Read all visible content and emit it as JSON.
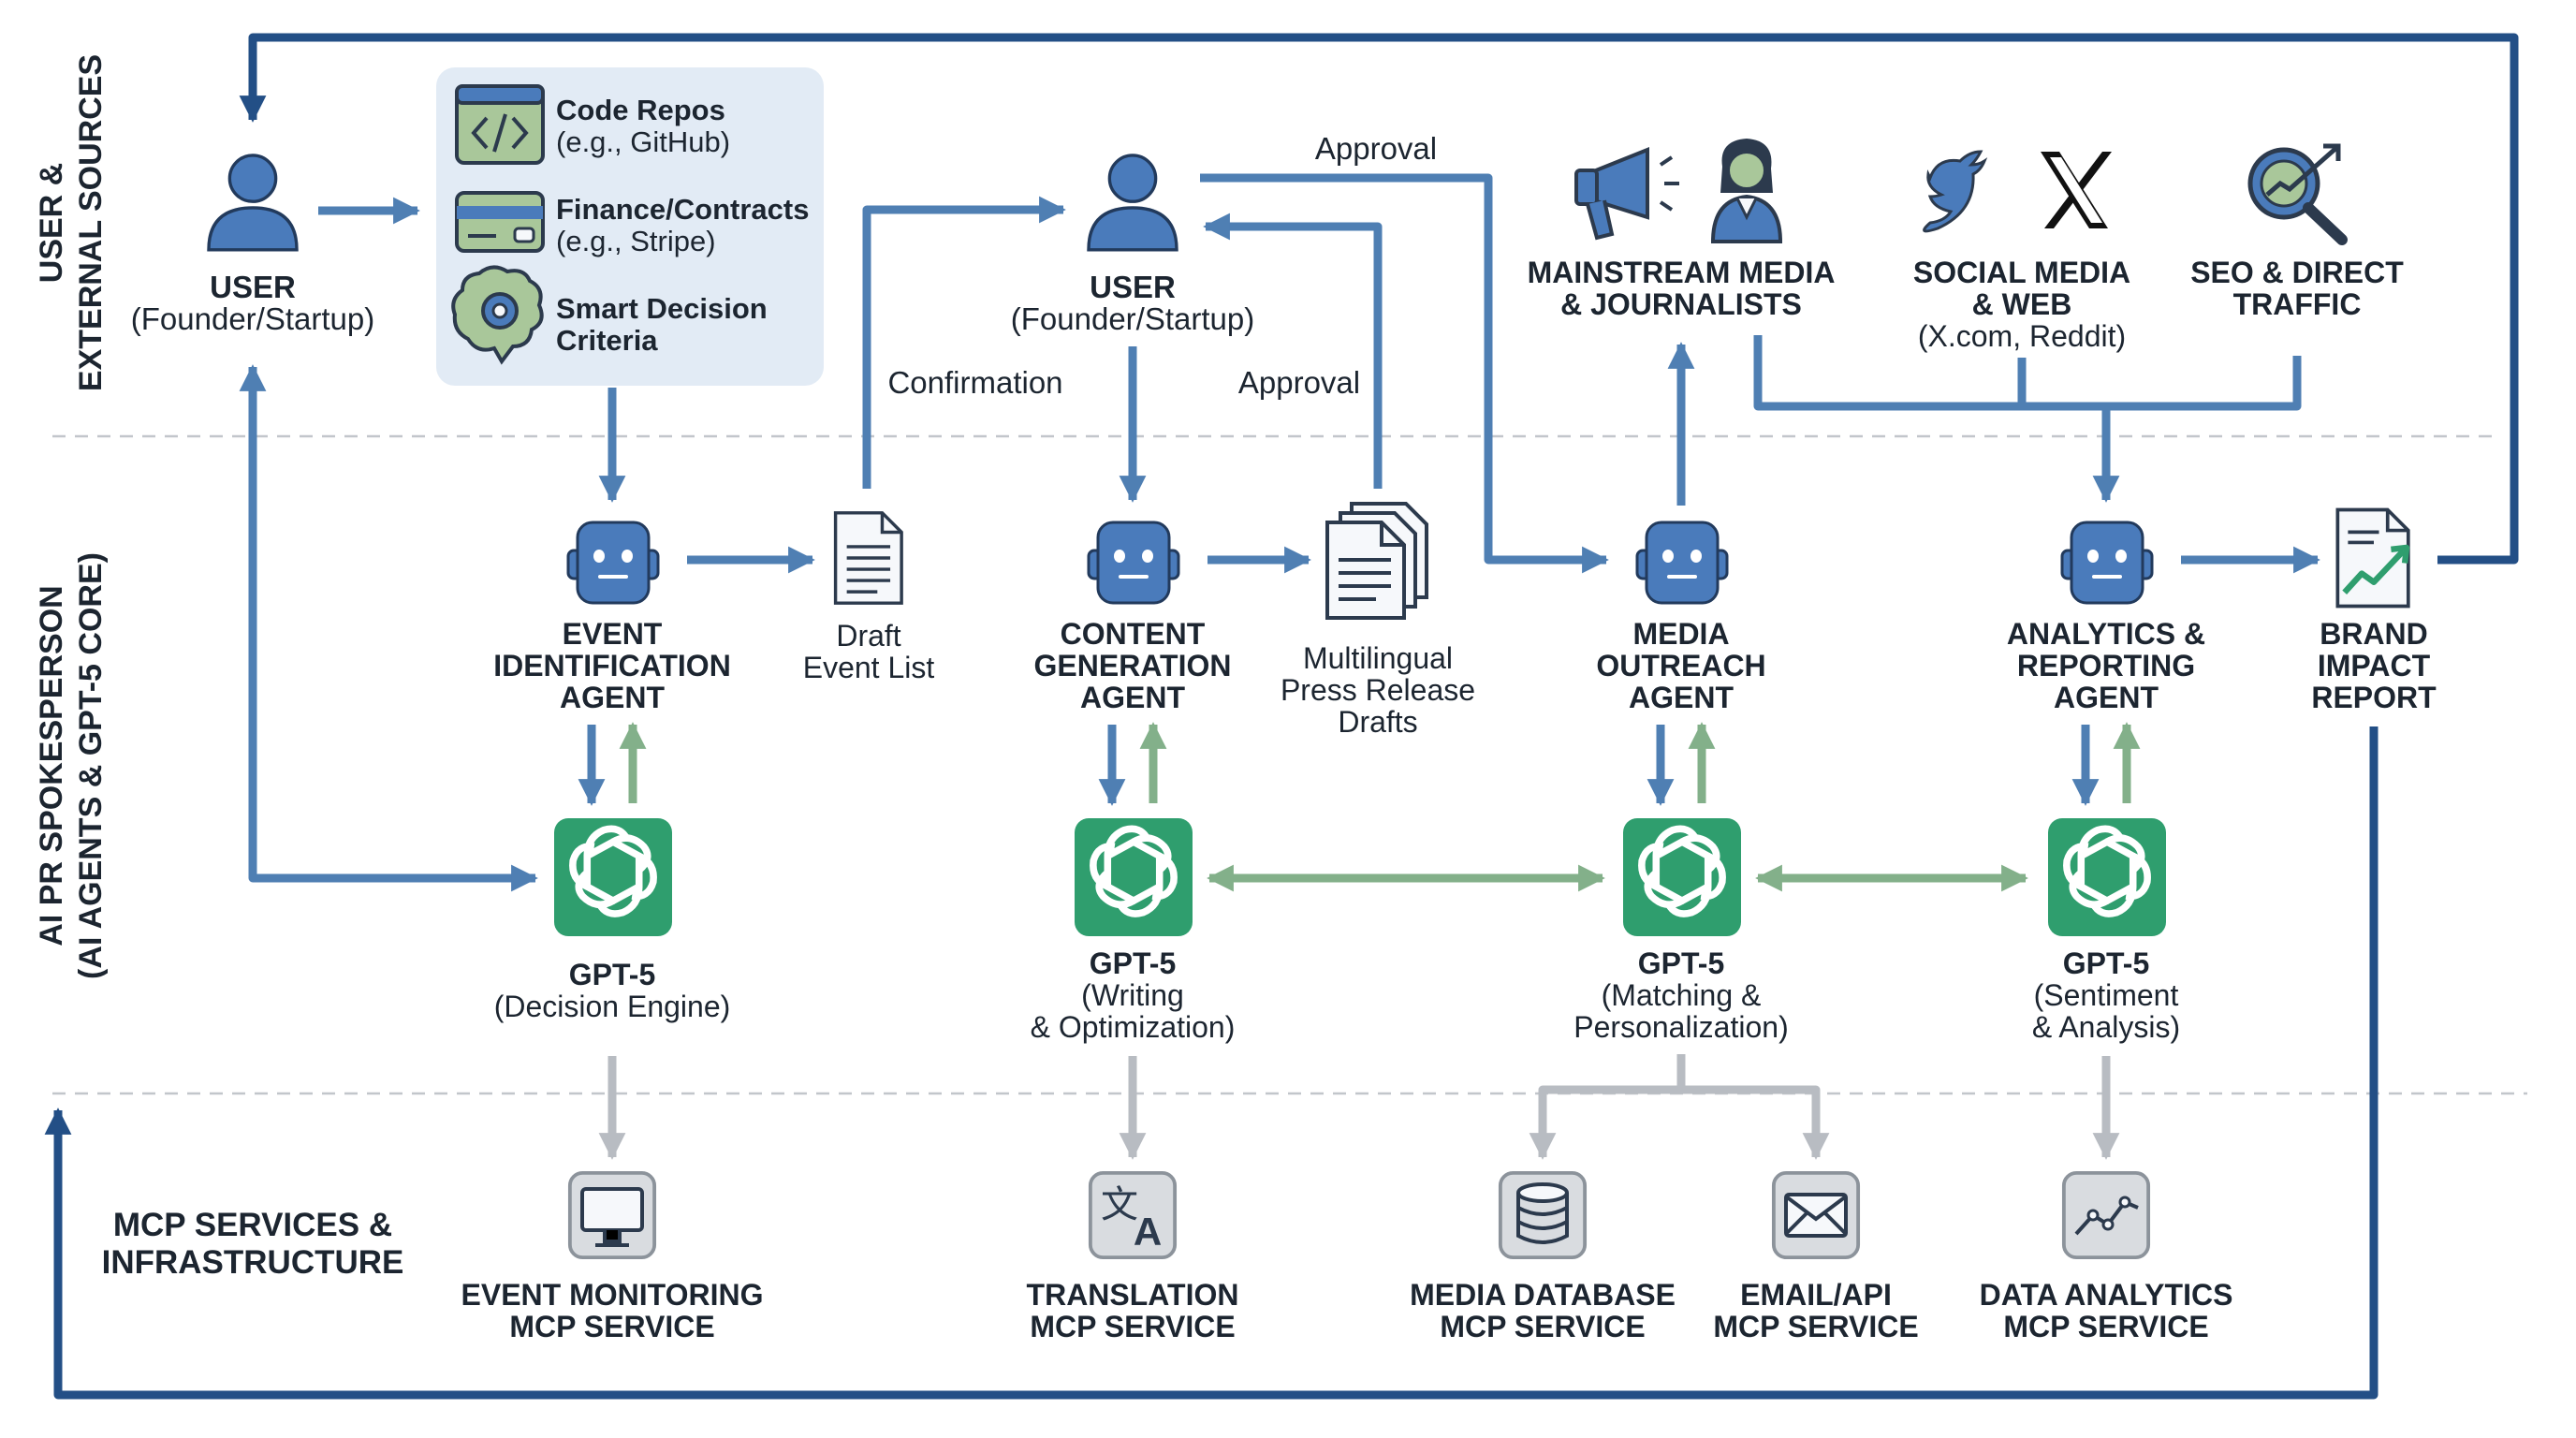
{
  "lanes": {
    "top": [
      "USER &",
      "EXTERNAL SOURCES"
    ],
    "middle": [
      "AI PR SPOKESPERSON",
      "(AI AGENTS & GPT-5 CORE)"
    ],
    "bottom": [
      "MCP SERVICES &",
      "INFRASTRUCTURE"
    ]
  },
  "user_left": {
    "title": "USER",
    "sub": "(Founder/Startup)"
  },
  "user_center": {
    "title": "USER",
    "sub": "(Founder/Startup)"
  },
  "sources": {
    "code": [
      "Code Repos",
      "(e.g., GitHub)"
    ],
    "finance": [
      "Finance/Contracts",
      "(e.g., Stripe)"
    ],
    "criteria": [
      "Smart Decision",
      "Criteria"
    ]
  },
  "external": {
    "media": [
      "MAINSTREAM MEDIA",
      "& JOURNALISTS"
    ],
    "social": [
      "SOCIAL MEDIA",
      "& WEB",
      "(X.com, Reddit)"
    ],
    "seo": [
      "SEO & DIRECT",
      "TRAFFIC"
    ]
  },
  "flow_labels": {
    "approval_top": "Approval",
    "confirmation": "Confirmation",
    "approval_mid": "Approval"
  },
  "agents": {
    "event": [
      "EVENT",
      "IDENTIFICATION",
      "AGENT"
    ],
    "content": [
      "CONTENT",
      "GENERATION",
      "AGENT"
    ],
    "media": [
      "MEDIA",
      "OUTREACH",
      "AGENT"
    ],
    "analytics": [
      "ANALYTICS &",
      "REPORTING",
      "AGENT"
    ]
  },
  "documents": {
    "draft": [
      "Draft",
      "Event List"
    ],
    "press": [
      "Multilingual",
      "Press Release",
      "Drafts"
    ],
    "report": [
      "BRAND",
      "IMPACT",
      "REPORT"
    ]
  },
  "gpt": {
    "decision": [
      "GPT-5",
      "(Decision Engine)"
    ],
    "writing": [
      "GPT-5",
      "(Writing",
      "& Optimization)"
    ],
    "matching": [
      "GPT-5",
      "(Matching &",
      "Personalization)"
    ],
    "sentiment": [
      "GPT-5",
      "(Sentiment",
      "& Analysis)"
    ]
  },
  "services": {
    "event": [
      "EVENT MONITORING",
      "MCP SERVICE"
    ],
    "translation": [
      "TRANSLATION",
      "MCP SERVICE"
    ],
    "media_db": [
      "MEDIA DATABASE",
      "MCP SERVICE"
    ],
    "email": [
      "EMAIL/API",
      "MCP SERVICE"
    ],
    "analytics": [
      "DATA ANALYTICS",
      "MCP SERVICE"
    ]
  },
  "colors": {
    "blue_arrow": "#4f7fb3",
    "dark_blue_arrow": "#234f86",
    "green_arrow": "#83b08a",
    "gray_arrow": "#b8bcc2",
    "agent_blue": "#4a7bbb",
    "gpt_green": "#2f9e6e",
    "panel_bg": "#e2ebf5",
    "text": "#1c2530"
  },
  "icons": {
    "user": "user-icon",
    "code": "code-window-icon",
    "finance": "credit-card-icon",
    "criteria": "brain-gear-icon",
    "robot": "robot-agent-icon",
    "gpt": "openai-logo-icon",
    "megaphone": "megaphone-icon",
    "journalist": "journalist-icon",
    "twitter": "twitter-bird-icon",
    "x": "x-logo-icon",
    "seo": "magnifier-chart-icon",
    "document": "document-icon",
    "documents": "stacked-documents-icon",
    "report": "report-chart-icon",
    "monitor": "monitor-icon",
    "translate": "translate-icon",
    "database": "database-icon",
    "email": "envelope-icon",
    "analytics": "line-chart-icon"
  }
}
